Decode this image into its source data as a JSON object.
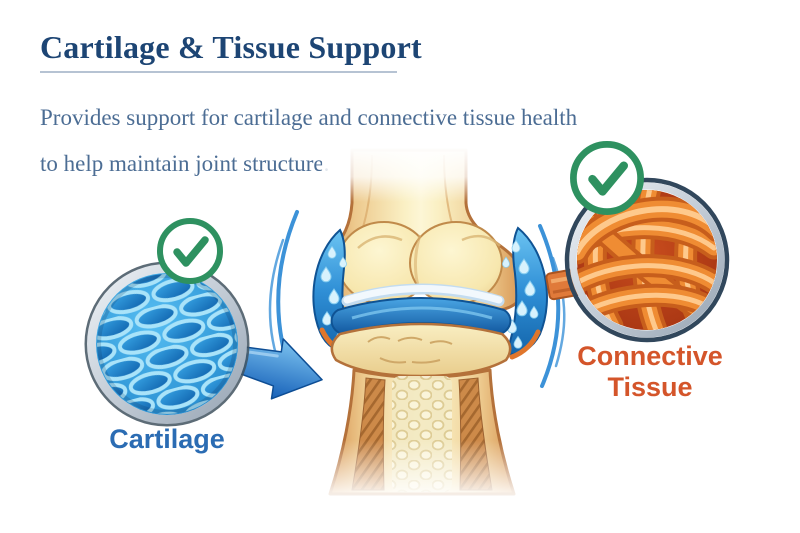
{
  "page": {
    "title": "Cartilage & Tissue Support"
  },
  "description": {
    "line1": "Provides support for cartilage and connective tissue health",
    "line2": "to help maintain joint structure."
  },
  "figure": {
    "cartilage": {
      "label": "Cartilage"
    },
    "connective_tissue": {
      "label_line1": "Connective",
      "label_line2": "Tissue"
    }
  },
  "icons": {
    "check": "✓",
    "arrow_right": "→"
  },
  "colors": {
    "title_navy": "#1d4574",
    "subtitle_slate": "#4c6d94",
    "cartilage_blue": "#2b6cb3",
    "connective_orange": "#d4552a",
    "check_green": "#2e9160",
    "arrow_blue": "#1f6fc4",
    "bone_cream": "#f7ecbe",
    "bone_outline": "#b4713a",
    "synovial_blue": "#2f8fd6",
    "fiber_orange": "#ef8c33",
    "rim_silver": "#c3ccd6",
    "rim_dark": "#34495e"
  }
}
